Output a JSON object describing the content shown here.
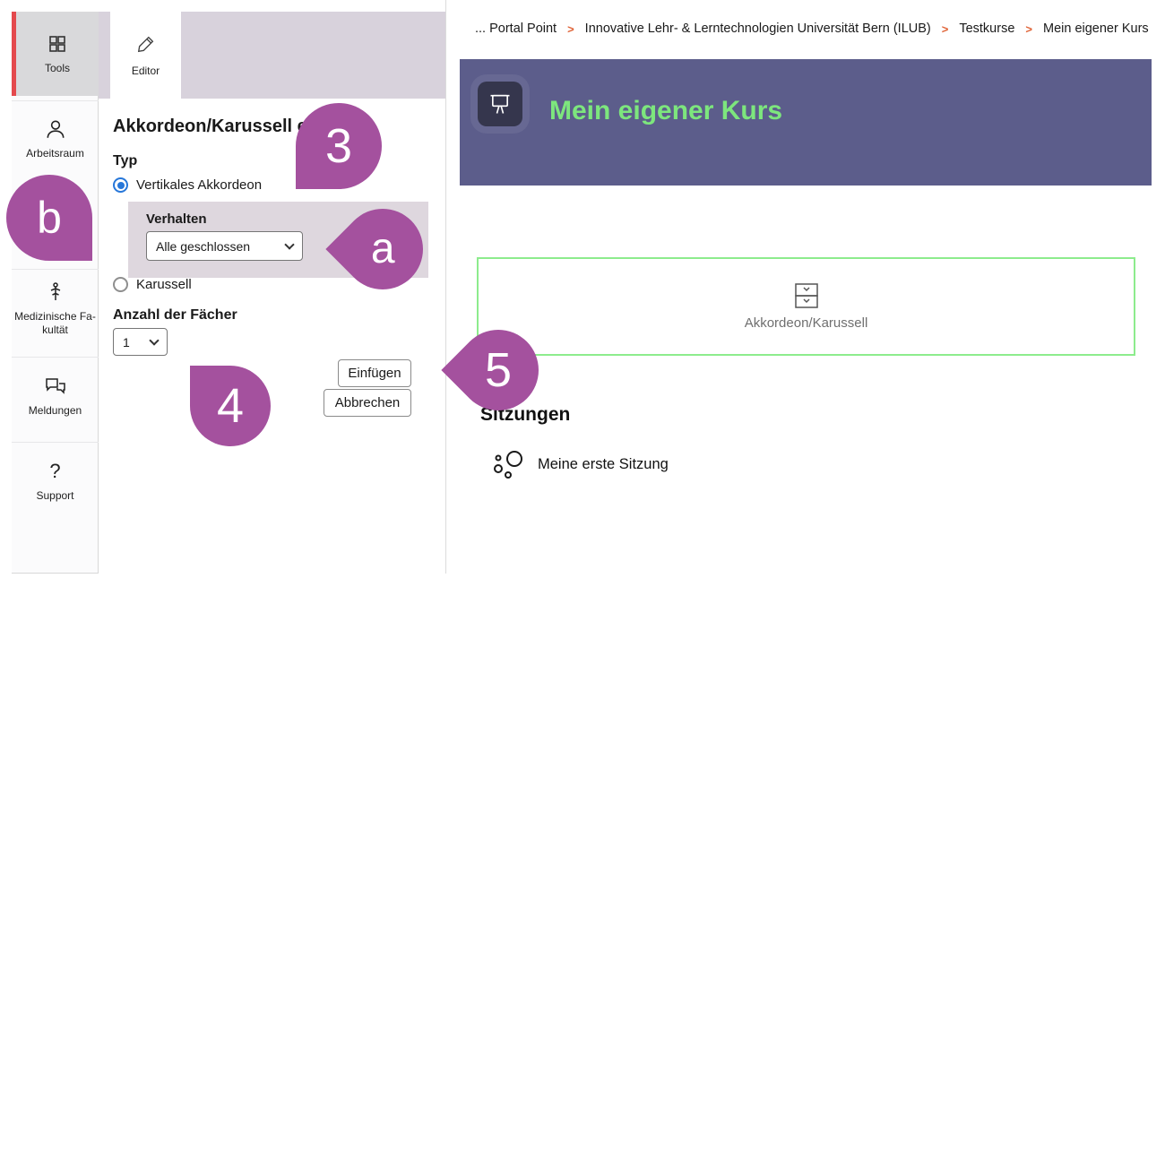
{
  "sidebar": {
    "items": [
      {
        "label": "Tools"
      },
      {
        "label": "Arbeitsraum"
      },
      {
        "label": "Medizinische Fa-\nkultät"
      },
      {
        "label": "Meldungen"
      },
      {
        "label": "Support"
      }
    ]
  },
  "editor_panel": {
    "tab_label": "Editor",
    "title": "Akkordeon/Karussell einfügen",
    "typ_label": "Typ",
    "radio_vertical_label": "Vertikales Akkordeon",
    "verhalten_label": "Verhalten",
    "verhalten_value": "Alle geschlossen",
    "radio_karussell_label": "Karussell",
    "anzahl_label": "Anzahl der Fächer",
    "anzahl_value": "1",
    "insert_button": "Einfügen",
    "cancel_button": "Abbrechen"
  },
  "breadcrumb": {
    "separator": ">",
    "items": [
      "... Portal Point",
      "Innovative Lehr- & Lerntechnologien Universität Bern (ILUB)",
      "Testkurse",
      "Mein eigener Kurs"
    ]
  },
  "main": {
    "course_title": "Mein eigener Kurs",
    "dropzone_label": "Akkordeon/Karussell",
    "sections_heading": "Sitzungen",
    "session_item": "Meine erste Sitzung"
  },
  "annotations": [
    {
      "label": "3"
    },
    {
      "label": "b"
    },
    {
      "label": "a"
    },
    {
      "label": "4"
    },
    {
      "label": "5"
    }
  ],
  "icons": {
    "question_glyph": "?",
    "tools": "grid-icon",
    "arbeitsraum": "person-icon",
    "medizinische_fakultaet": "faculty-staff-icon",
    "meldungen": "chat-bubbles-icon",
    "editor": "pencil-icon",
    "banner": "presentation-board-icon",
    "dropzone": "accordion-icon",
    "session": "session-circles-icon"
  },
  "colors": {
    "annotation_purple": "#a4519e",
    "banner_bg": "#5c5d8b",
    "course_title_green": "#7de67d",
    "dropzone_border_green": "#8dec8d",
    "breadcrumb_chevron_orange": "#e06438",
    "radio_selected_blue": "#2777d9",
    "tools_accent_red": "#e4494d",
    "tab_bar_lavender": "#d8d2dc",
    "verhalten_box_bg": "#ded7de"
  }
}
